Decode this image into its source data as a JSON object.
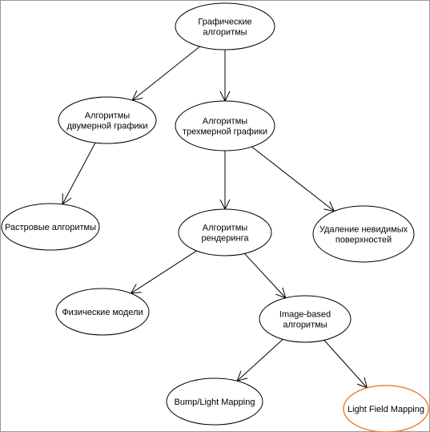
{
  "diagram": {
    "nodes": [
      {
        "id": "root",
        "lines": [
          "Графические",
          "алгоритмы"
        ]
      },
      {
        "id": "2d",
        "lines": [
          "Алгоритмы",
          "двумерной графики"
        ]
      },
      {
        "id": "3d",
        "lines": [
          "Алгоритмы",
          "трехмерной графики"
        ]
      },
      {
        "id": "raster",
        "lines": [
          "Растровые алгоритмы"
        ]
      },
      {
        "id": "render",
        "lines": [
          "Алгоритмы",
          "рендеринга"
        ]
      },
      {
        "id": "hidden",
        "lines": [
          "Удаление невидимых",
          "поверхностей"
        ]
      },
      {
        "id": "physical",
        "lines": [
          "Физические модели"
        ]
      },
      {
        "id": "ibr",
        "lines": [
          "Image-based",
          "алгоритмы"
        ]
      },
      {
        "id": "bump",
        "lines": [
          "Bump/Light Mapping"
        ]
      },
      {
        "id": "lightfield",
        "lines": [
          "Light Field Mapping"
        ]
      }
    ],
    "edges": [
      {
        "from": "root",
        "to": "2d"
      },
      {
        "from": "root",
        "to": "3d"
      },
      {
        "from": "2d",
        "to": "raster"
      },
      {
        "from": "3d",
        "to": "render"
      },
      {
        "from": "3d",
        "to": "hidden"
      },
      {
        "from": "render",
        "to": "physical"
      },
      {
        "from": "render",
        "to": "ibr"
      },
      {
        "from": "ibr",
        "to": "bump"
      },
      {
        "from": "ibr",
        "to": "lightfield"
      }
    ],
    "colors": {
      "node_stroke": "#000000",
      "highlight_stroke": "#e8843c",
      "edge": "#000000",
      "border": "#9a9a9a"
    },
    "highlighted_node": "lightfield"
  }
}
